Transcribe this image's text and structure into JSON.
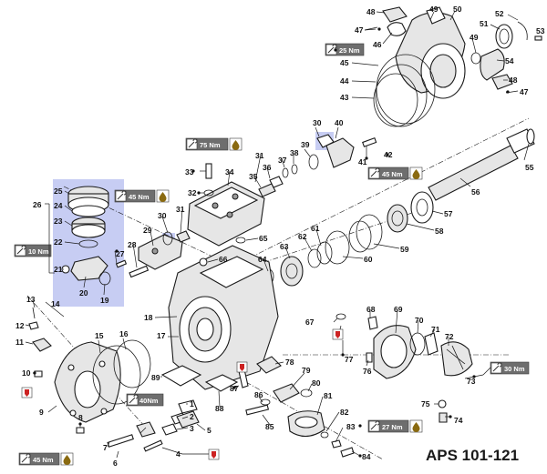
{
  "model_label": "APS 101-121",
  "torque_labels": {
    "t25_top": "25 Nm",
    "t75": "75 Nm",
    "t45_right": "45 Nm",
    "t45_left": "45 Nm",
    "t10": "10 Nm",
    "t40": "40Nm",
    "t30": "30 Nm",
    "t27": "27 Nm",
    "t45_bottom": "45 Nm"
  },
  "callouts": {
    "c1": "1",
    "c2": "2",
    "c3": "3",
    "c4": "4",
    "c5": "5",
    "c6": "6",
    "c7": "7",
    "c8": "8",
    "c9": "9",
    "c10": "10",
    "c11": "11",
    "c12": "12",
    "c13": "13",
    "c14": "14",
    "c15": "15",
    "c16": "16",
    "c17": "17",
    "c18": "18",
    "c19": "19",
    "c20": "20",
    "c21": "21",
    "c22": "22",
    "c23": "23",
    "c24": "24",
    "c25": "25",
    "c26": "26",
    "c27": "27",
    "c28": "28",
    "c29": "29",
    "c30a": "30",
    "c30b": "30",
    "c31a": "31",
    "c31b": "31",
    "c32": "32",
    "c33": "33",
    "c34": "34",
    "c35": "35",
    "c36": "36",
    "c37": "37",
    "c38": "38",
    "c39": "39",
    "c40": "40",
    "c41": "41",
    "c42": "42",
    "c43": "43",
    "c44": "44",
    "c45": "45",
    "c46": "46",
    "c47a": "47",
    "c47b": "47",
    "c48a": "48",
    "c48b": "48",
    "c49a": "49",
    "c49b": "49",
    "c50": "50",
    "c51": "51",
    "c52": "52",
    "c53": "53",
    "c54": "54",
    "c55": "55",
    "c56": "56",
    "c57": "57",
    "c58": "58",
    "c59": "59",
    "c60": "60",
    "c61": "61",
    "c62": "62",
    "c63": "63",
    "c64": "64",
    "c65": "65",
    "c66": "66",
    "c67": "67",
    "c68": "68",
    "c69": "69",
    "c70": "70",
    "c71": "71",
    "c72": "72",
    "c73": "73",
    "c74": "74",
    "c75": "75",
    "c76": "76",
    "c77": "77",
    "c78": "78",
    "c79": "79",
    "c80": "80",
    "c81": "81",
    "c82": "82",
    "c83": "83",
    "c84": "84",
    "c85": "85",
    "c86": "86",
    "c87": "87",
    "c88": "88",
    "c89": "89"
  },
  "colors": {
    "highlight_panel": "#c7cdf3",
    "torque_box": "#6e6e6e",
    "loctite_red": "#cc2222",
    "oil_drop": "#8a6a10"
  }
}
